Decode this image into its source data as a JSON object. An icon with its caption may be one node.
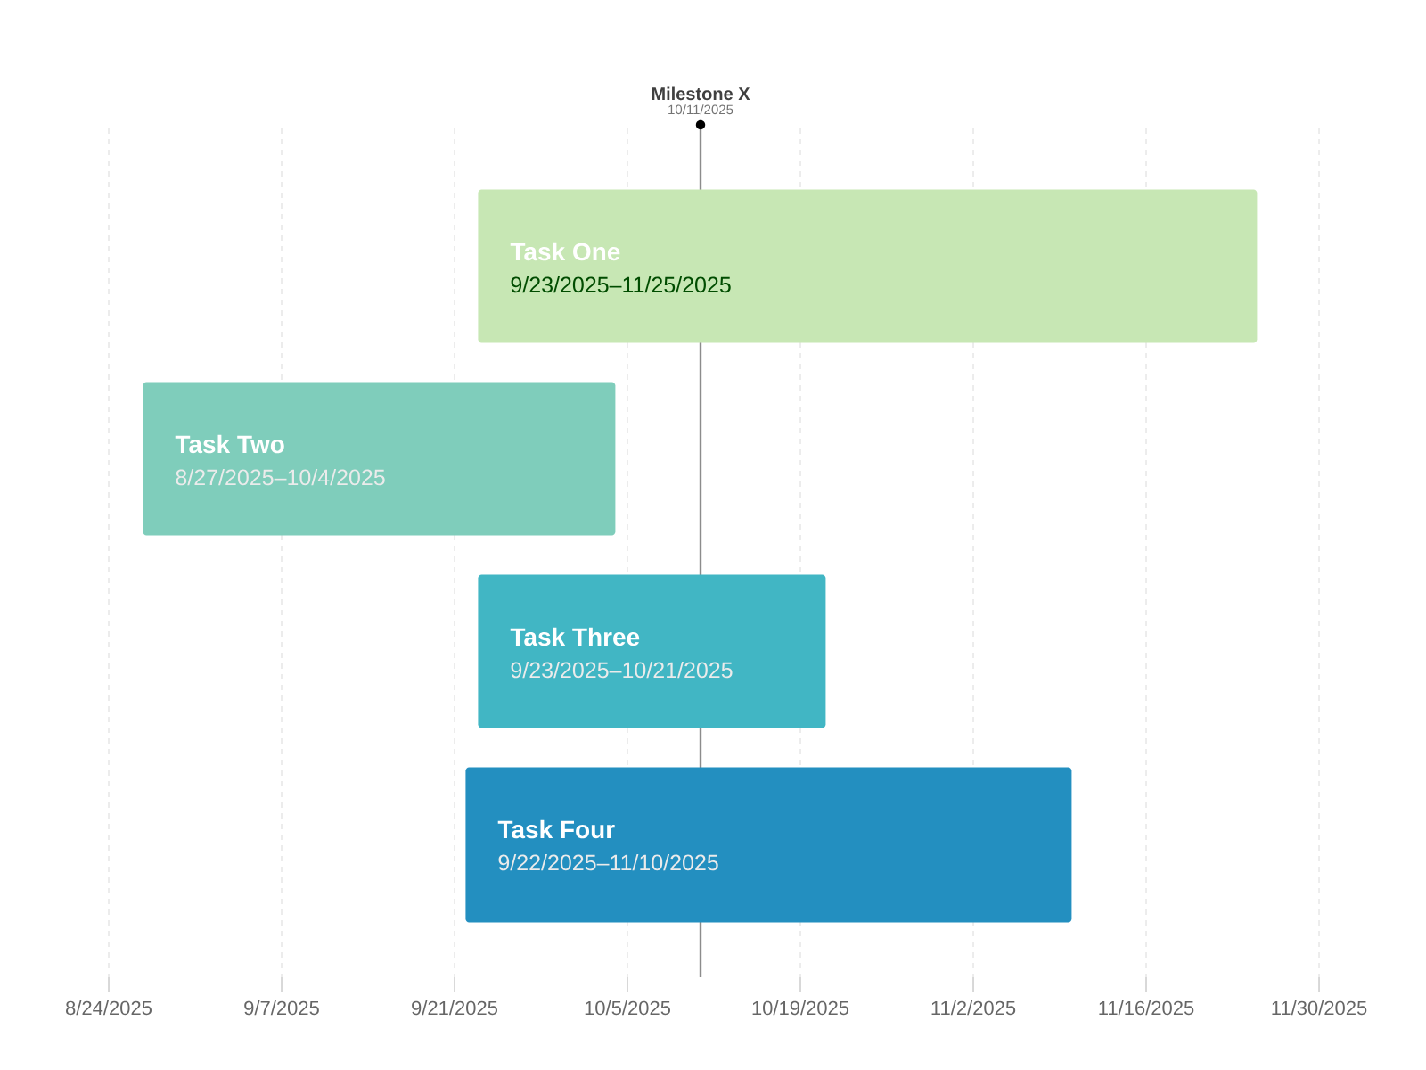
{
  "diagram": {
    "nodes": [
      {
        "text": [
          "Task One",
          "9/23/2025–11/25/2025"
        ]
      },
      {
        "text": [
          "Task Two",
          "8/27/2025–10/4/2025"
        ]
      },
      {
        "text": [
          "Task Three",
          "9/23/2025–10/21/2025"
        ]
      },
      {
        "text": [
          "Task Four",
          "9/22/2025–11/10/2025"
        ]
      },
      {
        "text": [
          "Milestone X",
          "10/11/2025"
        ]
      }
    ],
    "labels": [
      "8/24/2025",
      "9/7/2025",
      "9/21/2025",
      "10/5/2025",
      "10/19/2025",
      "11/2/2025",
      "11/16/2025",
      "11/30/2025"
    ]
  }
}
